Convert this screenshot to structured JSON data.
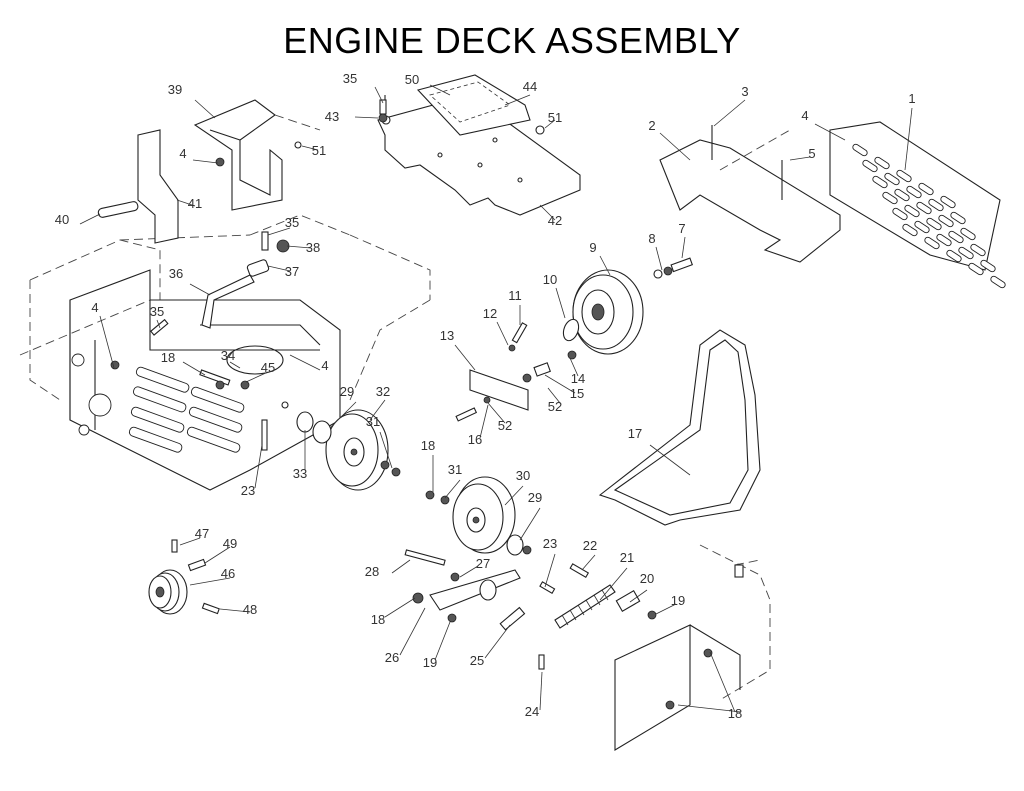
{
  "title": "ENGINE DECK ASSEMBLY",
  "callouts": [
    {
      "id": "c1",
      "text": "1"
    },
    {
      "id": "c2",
      "text": "2"
    },
    {
      "id": "c3",
      "text": "3"
    },
    {
      "id": "c4a",
      "text": "4"
    },
    {
      "id": "c4b",
      "text": "4"
    },
    {
      "id": "c4c",
      "text": "4"
    },
    {
      "id": "c4d",
      "text": "4"
    },
    {
      "id": "c5",
      "text": "5"
    },
    {
      "id": "c7",
      "text": "7"
    },
    {
      "id": "c8",
      "text": "8"
    },
    {
      "id": "c9",
      "text": "9"
    },
    {
      "id": "c10",
      "text": "10"
    },
    {
      "id": "c11",
      "text": "11"
    },
    {
      "id": "c12",
      "text": "12"
    },
    {
      "id": "c13",
      "text": "13"
    },
    {
      "id": "c14",
      "text": "14"
    },
    {
      "id": "c15",
      "text": "15"
    },
    {
      "id": "c16",
      "text": "16"
    },
    {
      "id": "c17",
      "text": "17"
    },
    {
      "id": "c18a",
      "text": "18"
    },
    {
      "id": "c18b",
      "text": "18"
    },
    {
      "id": "c18c",
      "text": "18"
    },
    {
      "id": "c18d",
      "text": "18"
    },
    {
      "id": "c19a",
      "text": "19"
    },
    {
      "id": "c19b",
      "text": "19"
    },
    {
      "id": "c20",
      "text": "20"
    },
    {
      "id": "c21",
      "text": "21"
    },
    {
      "id": "c22",
      "text": "22"
    },
    {
      "id": "c23a",
      "text": "23"
    },
    {
      "id": "c23b",
      "text": "23"
    },
    {
      "id": "c24",
      "text": "24"
    },
    {
      "id": "c25",
      "text": "25"
    },
    {
      "id": "c26",
      "text": "26"
    },
    {
      "id": "c27",
      "text": "27"
    },
    {
      "id": "c28",
      "text": "28"
    },
    {
      "id": "c29a",
      "text": "29"
    },
    {
      "id": "c29b",
      "text": "29"
    },
    {
      "id": "c30",
      "text": "30"
    },
    {
      "id": "c31a",
      "text": "31"
    },
    {
      "id": "c31b",
      "text": "31"
    },
    {
      "id": "c32",
      "text": "32"
    },
    {
      "id": "c33",
      "text": "33"
    },
    {
      "id": "c34",
      "text": "34"
    },
    {
      "id": "c35a",
      "text": "35"
    },
    {
      "id": "c35b",
      "text": "35"
    },
    {
      "id": "c35c",
      "text": "35"
    },
    {
      "id": "c36",
      "text": "36"
    },
    {
      "id": "c37",
      "text": "37"
    },
    {
      "id": "c38",
      "text": "38"
    },
    {
      "id": "c39",
      "text": "39"
    },
    {
      "id": "c40",
      "text": "40"
    },
    {
      "id": "c41",
      "text": "41"
    },
    {
      "id": "c42",
      "text": "42"
    },
    {
      "id": "c43",
      "text": "43"
    },
    {
      "id": "c44",
      "text": "44"
    },
    {
      "id": "c45",
      "text": "45"
    },
    {
      "id": "c46",
      "text": "46"
    },
    {
      "id": "c47",
      "text": "47"
    },
    {
      "id": "c48",
      "text": "48"
    },
    {
      "id": "c49",
      "text": "49"
    },
    {
      "id": "c50",
      "text": "50"
    },
    {
      "id": "c51a",
      "text": "51"
    },
    {
      "id": "c51b",
      "text": "51"
    },
    {
      "id": "c52a",
      "text": "52"
    },
    {
      "id": "c52b",
      "text": "52"
    }
  ]
}
